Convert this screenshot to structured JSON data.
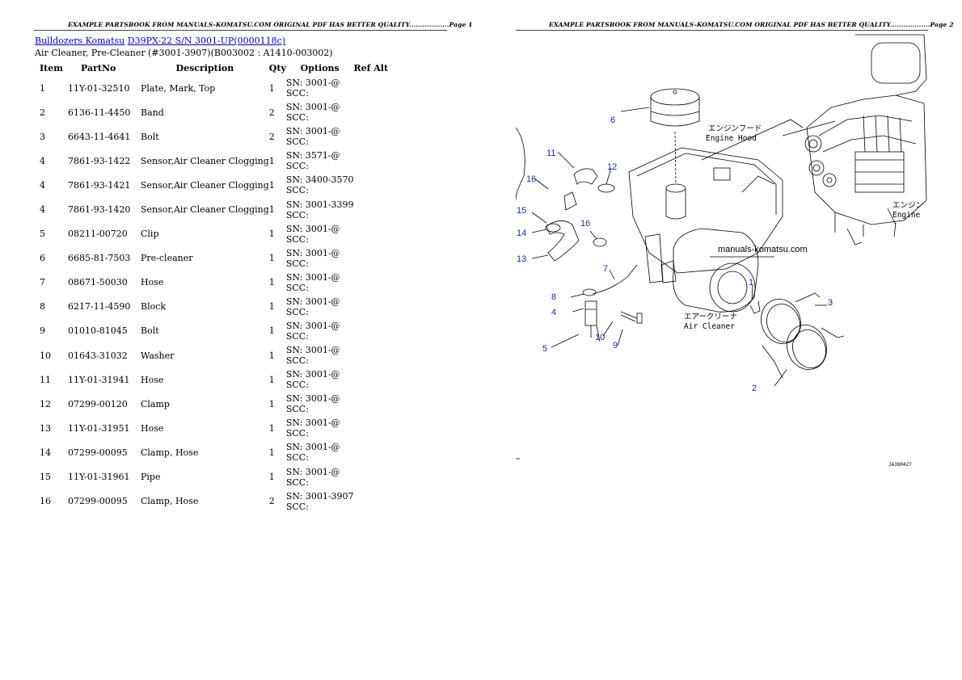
{
  "header": {
    "left": "EXAMPLE PARTSBOOK FROM MANUALS-KOMATSU.COM ORIGINAL PDF HAS BETTER QUALITY..................Page 1",
    "right": "EXAMPLE PARTSBOOK FROM MANUALS-KOMATSU.COM ORIGINAL PDF HAS BETTER QUALITY..................Page 2"
  },
  "breadcrumb": {
    "link1": "Bulldozers Komatsu",
    "link2": "D39PX-22 S/N 3001-UP(0000118c)"
  },
  "subtitle": "Air Cleaner, Pre-Cleaner (#3001-3907)(B003002 : A1410-003002)",
  "table": {
    "headers": [
      "Item",
      "PartNo",
      "Description",
      "Qty",
      "Options",
      "Ref Alt"
    ],
    "rows": [
      {
        "item": "1",
        "part": "11Y-01-32510",
        "desc": "Plate, Mark, Top",
        "qty": "1",
        "sn": "SN: 3001-@",
        "scc": "SCC:"
      },
      {
        "item": "2",
        "part": "6136-11-4450",
        "desc": "Band",
        "qty": "2",
        "sn": "SN: 3001-@",
        "scc": "SCC:"
      },
      {
        "item": "3",
        "part": "6643-11-4641",
        "desc": "Bolt",
        "qty": "2",
        "sn": "SN: 3001-@",
        "scc": "SCC:"
      },
      {
        "item": "4",
        "part": "7861-93-1422",
        "desc": "Sensor,Air Cleaner Clogging",
        "qty": "1",
        "sn": "SN: 3571-@",
        "scc": "SCC:"
      },
      {
        "item": "4",
        "part": "7861-93-1421",
        "desc": "Sensor,Air Cleaner Clogging",
        "qty": "1",
        "sn": "SN: 3400-3570",
        "scc": "SCC:"
      },
      {
        "item": "4",
        "part": "7861-93-1420",
        "desc": "Sensor,Air Cleaner Clogging",
        "qty": "1",
        "sn": "SN: 3001-3399",
        "scc": "SCC:"
      },
      {
        "item": "5",
        "part": "08211-00720",
        "desc": "Clip",
        "qty": "1",
        "sn": "SN: 3001-@",
        "scc": "SCC:"
      },
      {
        "item": "6",
        "part": "6685-81-7503",
        "desc": "Pre-cleaner",
        "qty": "1",
        "sn": "SN: 3001-@",
        "scc": "SCC:"
      },
      {
        "item": "7",
        "part": "08671-50030",
        "desc": "Hose",
        "qty": "1",
        "sn": "SN: 3001-@",
        "scc": "SCC:"
      },
      {
        "item": "8",
        "part": "6217-11-4590",
        "desc": "Block",
        "qty": "1",
        "sn": "SN: 3001-@",
        "scc": "SCC:"
      },
      {
        "item": "9",
        "part": "01010-81045",
        "desc": "Bolt",
        "qty": "1",
        "sn": "SN: 3001-@",
        "scc": "SCC:"
      },
      {
        "item": "10",
        "part": "01643-31032",
        "desc": "Washer",
        "qty": "1",
        "sn": "SN: 3001-@",
        "scc": "SCC:"
      },
      {
        "item": "11",
        "part": "11Y-01-31941",
        "desc": "Hose",
        "qty": "1",
        "sn": "SN: 3001-@",
        "scc": "SCC:"
      },
      {
        "item": "12",
        "part": "07299-00120",
        "desc": "Clamp",
        "qty": "1",
        "sn": "SN: 3001-@",
        "scc": "SCC:"
      },
      {
        "item": "13",
        "part": "11Y-01-31951",
        "desc": "Hose",
        "qty": "1",
        "sn": "SN: 3001-@",
        "scc": "SCC:"
      },
      {
        "item": "14",
        "part": "07299-00095",
        "desc": "Clamp, Hose",
        "qty": "1",
        "sn": "SN: 3001-@",
        "scc": "SCC:"
      },
      {
        "item": "15",
        "part": "11Y-01-31961",
        "desc": "Pipe",
        "qty": "1",
        "sn": "SN: 3001-@",
        "scc": "SCC:"
      },
      {
        "item": "16",
        "part": "07299-00095",
        "desc": "Clamp, Hose",
        "qty": "2",
        "sn": "SN: 3001-3907",
        "scc": "SCC:"
      }
    ]
  },
  "diagram": {
    "callouts": [
      "1",
      "2",
      "3",
      "4",
      "5",
      "6",
      "7",
      "8",
      "9",
      "10",
      "11",
      "12",
      "13",
      "14",
      "15",
      "16",
      "16"
    ],
    "labels": {
      "engine_hood_jp": "エンジンフード",
      "engine_hood_en": "Engine Hood",
      "engine_jp": "エンジン",
      "engine_en": "Engine",
      "air_cleaner_jp": "エアークリーナ",
      "air_cleaner_en": "Air Cleaner",
      "watermark": "manuals-komatsu.com",
      "figure_code": "JA380427"
    },
    "callout_color": "#1030b0"
  }
}
